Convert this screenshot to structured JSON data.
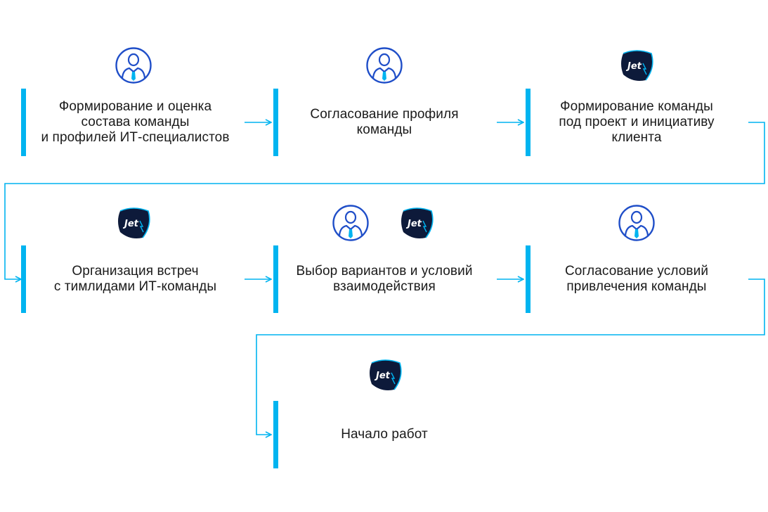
{
  "colors": {
    "accent": "#00b4f0",
    "person_icon": "#1f4ec8",
    "person_tie": "#00b4f0",
    "jet_badge": "#0d1a3a",
    "text": "#1a1a1a"
  },
  "steps": [
    {
      "label": "Формирование и оценка\nсостава команды\nи профилей ИТ-специалистов",
      "icons": [
        "person-icon"
      ]
    },
    {
      "label": "Согласование профиля\nкоманды",
      "icons": [
        "person-icon"
      ]
    },
    {
      "label": "Формирование команды\nпод проект и инициативу\nклиента",
      "icons": [
        "jet-logo"
      ]
    },
    {
      "label": "Организация встреч\nс тимлидами ИТ-команды",
      "icons": [
        "jet-logo"
      ]
    },
    {
      "label": "Выбор вариантов и условий\nвзаимодействия",
      "icons": [
        "person-icon",
        "jet-logo"
      ]
    },
    {
      "label": "Согласование условий\nпривлечения команды",
      "icons": [
        "person-icon"
      ]
    },
    {
      "label": "Начало работ",
      "icons": [
        "jet-logo"
      ]
    }
  ],
  "logo_text": "Jet"
}
